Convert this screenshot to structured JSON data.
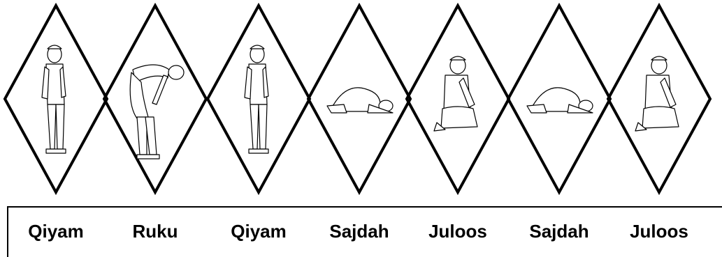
{
  "poses": [
    {
      "label": "Qiyam",
      "figure": "standing"
    },
    {
      "label": "Ruku",
      "figure": "bowing"
    },
    {
      "label": "Qiyam",
      "figure": "standing"
    },
    {
      "label": "Sajdah",
      "figure": "prostrating"
    },
    {
      "label": "Juloos",
      "figure": "sitting"
    },
    {
      "label": "Sajdah",
      "figure": "prostrating"
    },
    {
      "label": "Juloos",
      "figure": "sitting"
    }
  ],
  "colors": {
    "stroke": "#000000",
    "background": "#ffffff",
    "figure_fill": "#ffffff"
  }
}
